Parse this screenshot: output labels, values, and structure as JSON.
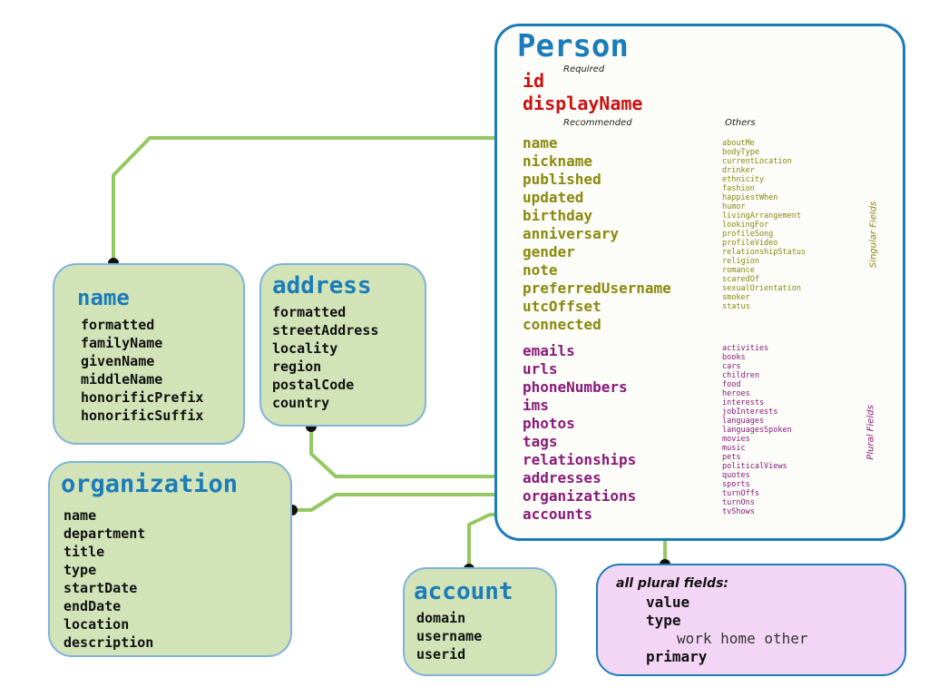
{
  "name_box": {
    "title": "name",
    "fields": [
      "formatted",
      "familyName",
      "givenName",
      "middleName",
      "honorificPrefix",
      "honorificSuffix"
    ]
  },
  "address_box": {
    "title": "address",
    "fields": [
      "formatted",
      "streetAddress",
      "locality",
      "region",
      "postalCode",
      "country"
    ]
  },
  "organization_box": {
    "title": "organization",
    "fields": [
      "name",
      "department",
      "title",
      "type",
      "startDate",
      "endDate",
      "location",
      "description"
    ]
  },
  "account_box": {
    "title": "account",
    "fields": [
      "domain",
      "username",
      "userid"
    ]
  },
  "person": {
    "title": "Person",
    "required_label": "Required",
    "required": [
      "id",
      "displayName"
    ],
    "recommended_label": "Recommended",
    "others_label": "Others",
    "singular_recommended": [
      "name",
      "nickname",
      "published",
      "updated",
      "birthday",
      "anniversary",
      "gender",
      "note",
      "preferredUsername",
      "utcOffset",
      "connected"
    ],
    "singular_others": [
      "aboutMe",
      "bodyType",
      "currentLocation",
      "drinker",
      "ethnicity",
      "fashion",
      "happiestWhen",
      "humor",
      "livingArrangement",
      "lookingFor",
      "profileSong",
      "profileVideo",
      "relationshipStatus",
      "religion",
      "romance",
      "scaredOf",
      "sexualOrientation",
      "smoker",
      "status"
    ],
    "plural_recommended": [
      "emails",
      "urls",
      "phoneNumbers",
      "ims",
      "photos",
      "tags",
      "relationships",
      "addresses",
      "organizations",
      "accounts"
    ],
    "plural_others": [
      "activities",
      "books",
      "cars",
      "children",
      "food",
      "heroes",
      "interests",
      "jobInterests",
      "languages",
      "languagesSpoken",
      "movies",
      "music",
      "pets",
      "politicalViews",
      "quotes",
      "sports",
      "turnOffs",
      "turnOns",
      "tvShows"
    ],
    "singular_label": "Singular Fields",
    "plural_label": "Plural Fields"
  },
  "plural_box": {
    "heading": "all plural fields:",
    "value": "value",
    "type": "type",
    "type_values": "work home other",
    "primary": "primary"
  },
  "colors": {
    "title_blue": "#1a7cb8",
    "required_red": "#cc1111",
    "singular_olive": "#8a8a10",
    "plural_purple": "#8a1a7a",
    "box_green": "#d2e3b8",
    "box_pink": "#f3d6f6",
    "connector_green": "#95c860"
  }
}
